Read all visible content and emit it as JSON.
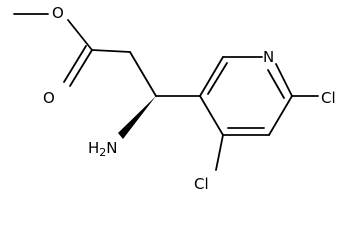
{
  "molecule": {
    "atom_labels": {
      "ester_oxygen": "O",
      "carbonyl_oxygen": "O",
      "amine": "H",
      "amine_subscript": "2",
      "amine_n": "N",
      "pyridine_nitrogen": "N",
      "chlorine_ring_6": "Cl",
      "chlorine_ring_4": "Cl"
    },
    "colors": {
      "bond": "#000000",
      "label": "#000000",
      "background": "#ffffff"
    }
  }
}
